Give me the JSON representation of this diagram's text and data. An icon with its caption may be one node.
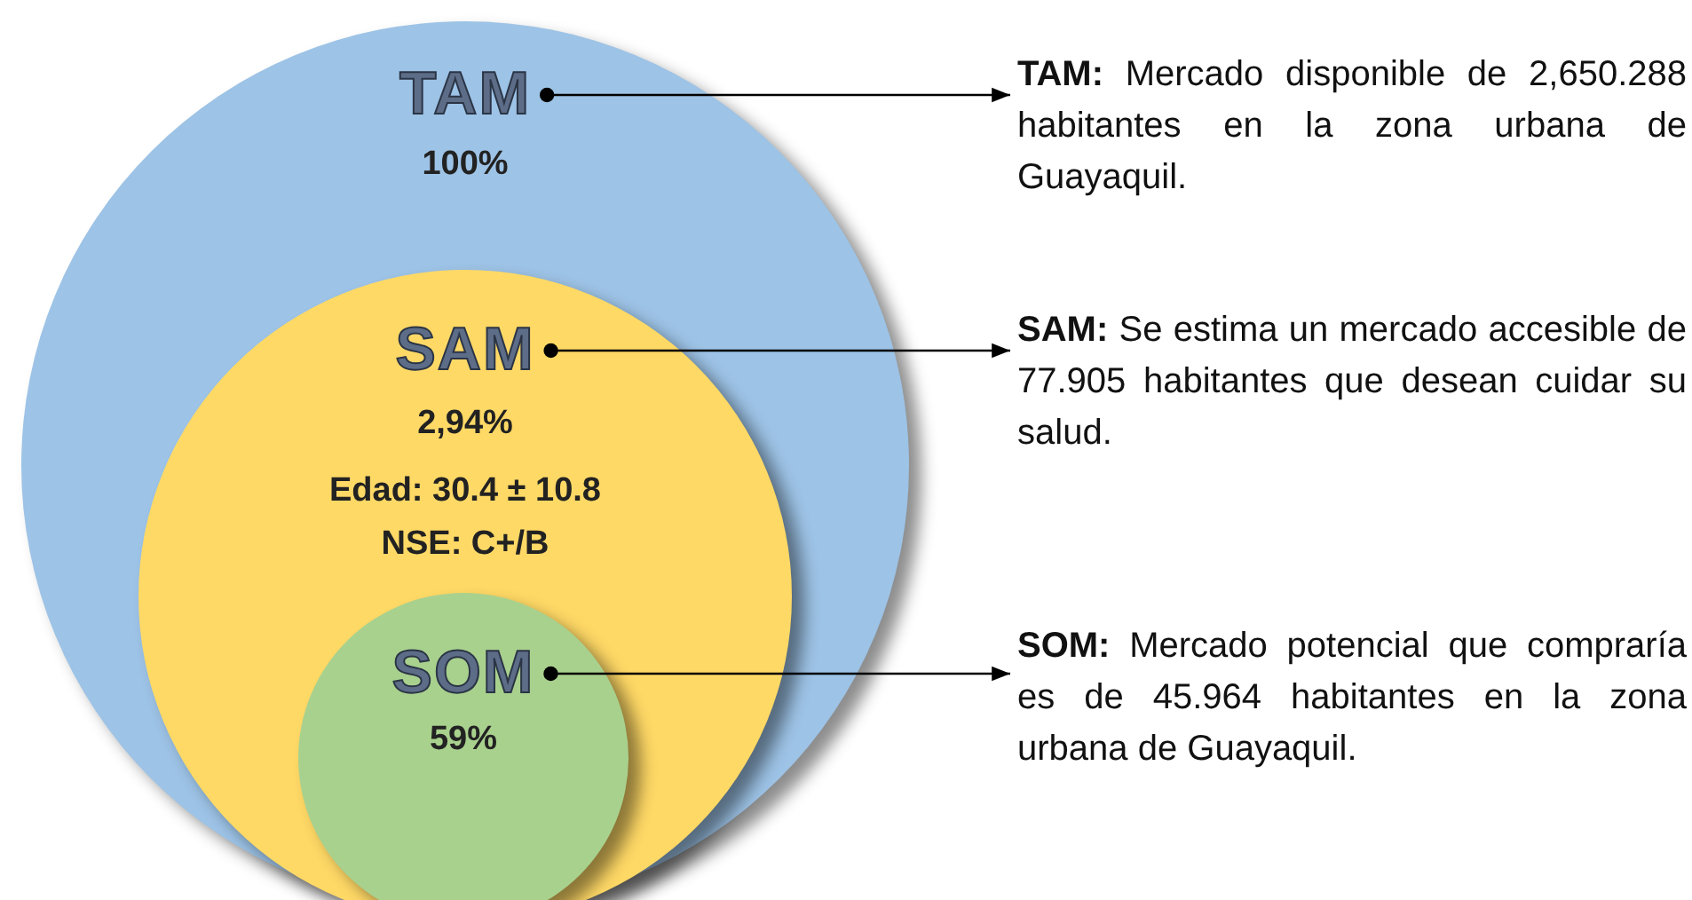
{
  "diagram": {
    "nodes": [
      {
        "text": [
          "TAM",
          "100%"
        ]
      },
      {
        "text": [
          "SAM",
          "2,94%",
          "Edad: 30.4 ± 10.8",
          "NSE: C+/B"
        ],
        "in": 0
      },
      {
        "text": [
          "SOM",
          "59%"
        ],
        "in": 1
      },
      {
        "text": [
          "**TAM:** Mercado disponible de 2,650.288 habitantes en la zona urbana de Guayaquil."
        ]
      },
      {
        "text": [
          "**SAM:** Se estima un mercado accesible de  77.905 habitantes que desean cuidar su salud."
        ]
      },
      {
        "text": [
          "**SOM:** Mercado potencial que compraría es de 45.964 habitantes en la zona urbana de Guayaquil."
        ]
      }
    ],
    "edges": [
      {
        "from": 0,
        "to": 3,
        "arrow": "to"
      },
      {
        "from": 1,
        "to": 4,
        "arrow": "to"
      },
      {
        "from": 2,
        "to": 5,
        "arrow": "to"
      }
    ]
  }
}
